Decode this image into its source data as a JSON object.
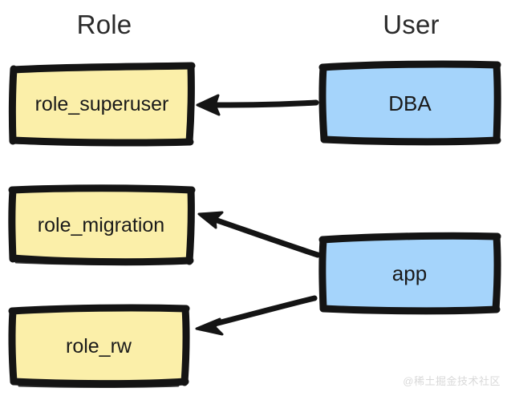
{
  "diagram": {
    "title_columns": {
      "role": "Role",
      "user": "User"
    },
    "style": {
      "role_fill": "#FBEFA9",
      "user_fill": "#A5D4FB",
      "stroke": "#141414",
      "background": "#FFFFFF",
      "text": "#1A1A1A"
    },
    "nodes": [
      {
        "id": "role_superuser",
        "label": "role_superuser",
        "column": "Role",
        "fill": "#FBEFA9"
      },
      {
        "id": "role_migration",
        "label": "role_migration",
        "column": "Role",
        "fill": "#FBEFA9"
      },
      {
        "id": "role_rw",
        "label": "role_rw",
        "column": "Role",
        "fill": "#FBEFA9"
      },
      {
        "id": "dba",
        "label": "DBA",
        "column": "User",
        "fill": "#A5D4FB"
      },
      {
        "id": "app",
        "label": "app",
        "column": "User",
        "fill": "#A5D4FB"
      }
    ],
    "edges": [
      {
        "from": "dba",
        "to": "role_superuser",
        "arrowhead": "to"
      },
      {
        "from": "app",
        "to": "role_migration",
        "arrowhead": "to"
      },
      {
        "from": "app",
        "to": "role_rw",
        "arrowhead": "to"
      }
    ],
    "watermark": "@稀土掘金技术社区"
  }
}
